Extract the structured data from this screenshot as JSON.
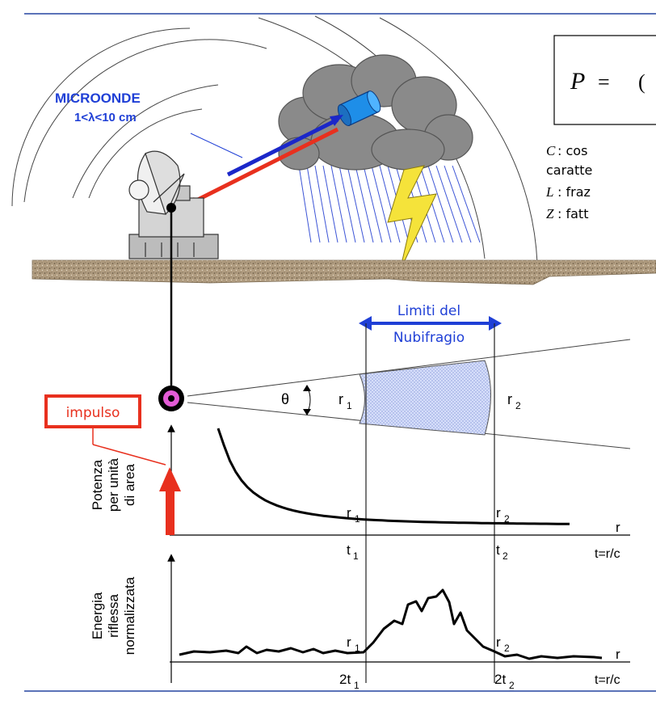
{
  "colors": {
    "frame_blue": "#5b73b8",
    "microwave_label": "#1f3fd6",
    "beam_blue": "#1b27c9",
    "beam_red": "#e8301e",
    "pulse_red": "#e8301e",
    "bracket_blue": "#1f3fd6",
    "storm_fill": "#b9c6ee",
    "cloud_gray": "#8a8a8a",
    "rain_blue": "#3d55d6",
    "ground": "#a8957a",
    "lightning": "#f5e33a"
  },
  "icons": [
    "radar-dish-icon",
    "storm-cloud-icon",
    "lightning-icon",
    "radar-antenna-dot-icon"
  ],
  "formula": {
    "lhs": "P",
    "eq": "=",
    "rest": "("
  },
  "legend": {
    "c_sym": "C",
    "c_text": ": cos",
    "c_text2": "caratte",
    "l_sym": "L",
    "l_text": ": fraz",
    "z_sym": "Z",
    "z_text": ": fatt"
  },
  "scene": {
    "microonde": "MICROONDE",
    "lambda_range": "1<λ<10 cm",
    "limits_line1": "Limiti del",
    "limits_line2": "Nubifragio"
  },
  "cone": {
    "theta": "θ",
    "r1": "r",
    "r1_sub": "1",
    "r2": "r",
    "r2_sub": "2"
  },
  "impulso": "impulso",
  "power_chart": {
    "ylabel_line1": "Potenza",
    "ylabel_line2": "per unità",
    "ylabel_line3": "di area",
    "r1": "r",
    "r1_sub": "1",
    "r2": "r",
    "r2_sub": "2",
    "t1": "t",
    "t1_sub": "1",
    "t2": "t",
    "t2_sub": "2",
    "axis_r": "r",
    "axis_t": "t=r/c"
  },
  "energy_chart": {
    "ylabel_line1": "Energia",
    "ylabel_line2": "riflessa",
    "ylabel_line3": "normalizzata",
    "r1": "r",
    "r1_sub": "1",
    "r2": "r",
    "r2_sub": "2",
    "t1": "2t",
    "t1_sub": "1",
    "t2": "2t",
    "t2_sub": "2",
    "axis_r": "r",
    "axis_t": "t=r/c"
  }
}
